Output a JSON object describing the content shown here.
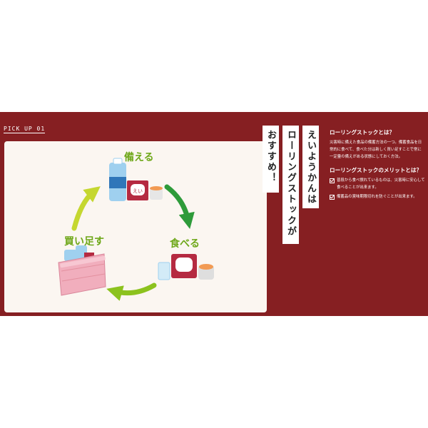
{
  "header": {
    "pickup_label": "PICK UP 01"
  },
  "cycle": {
    "steps": [
      {
        "label": "備える",
        "icon": "storage-items-icon"
      },
      {
        "label": "食べる",
        "icon": "meal-items-icon"
      },
      {
        "label": "買い足す",
        "icon": "shopping-basket-icon"
      }
    ],
    "arrow_colors": {
      "top_right": "#2e9b3a",
      "bottom": "#8cc21e",
      "left": "#c5d730"
    },
    "label_color": "#6ea719",
    "product_text": "えい"
  },
  "headline": {
    "col1": "えいようかんは",
    "col2": "ローリングストックが",
    "col3": "おすすめ！"
  },
  "info": {
    "q1_title": "ローリングストックとは？",
    "q1_body": "災害時に備えた食品の備蓄方法の一つ。備蓄食品を日常的に食べて、食べた分は新しく買い足すことで常に一定量の備えがある状態にしておく方法。",
    "q2_title": "ローリングストックのメリットとは？",
    "merits": [
      "普段から食べ慣れているものは、災害時に安心して食べることが出来ます。",
      "備蓄品の賞味期限切れを防ぐことが出来ます。"
    ]
  },
  "colors": {
    "banner": "#861f22",
    "card": "#fbf6f1",
    "text_light": "#ffffff"
  }
}
